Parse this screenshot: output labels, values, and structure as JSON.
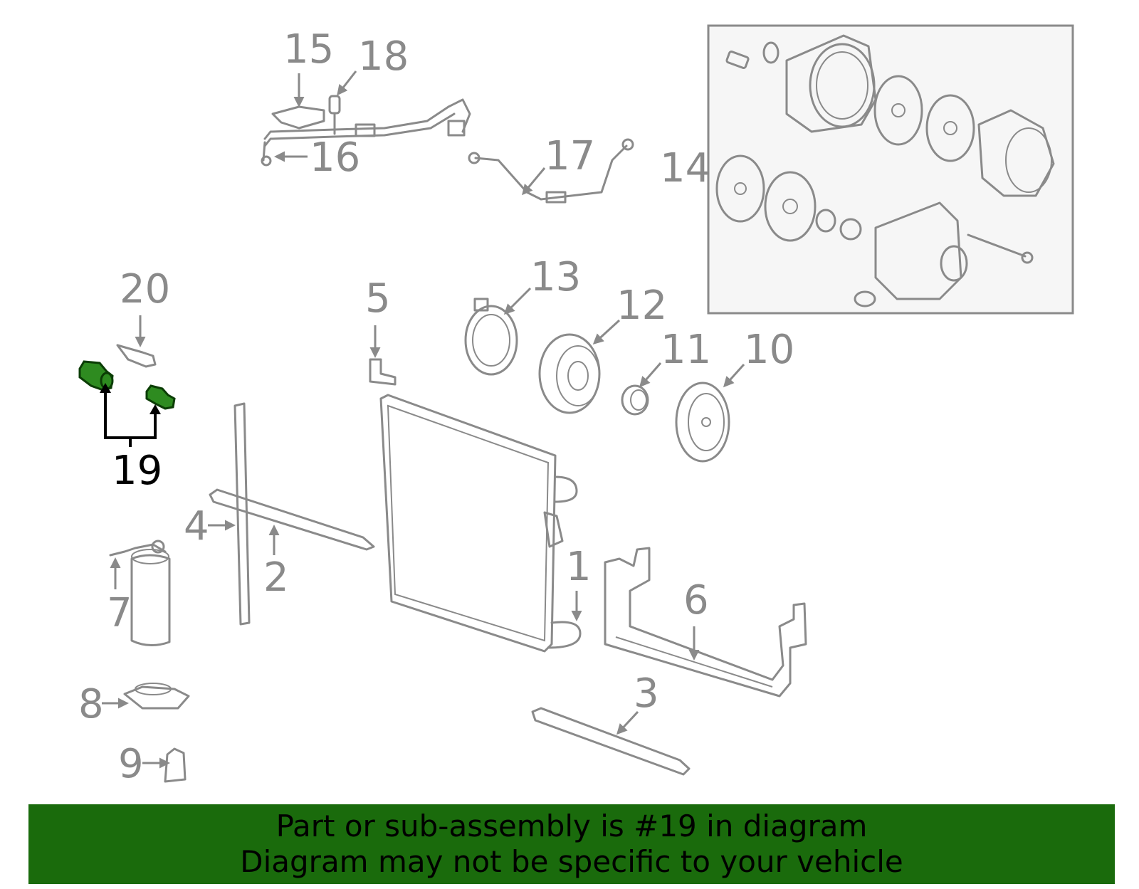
{
  "diagram": {
    "highlight_color": "#2e8b20",
    "banner_color": "#1a6b0c",
    "callouts": {
      "c1": "1",
      "c2": "2",
      "c3": "3",
      "c4": "4",
      "c5": "5",
      "c6": "6",
      "c7": "7",
      "c8": "8",
      "c9": "9",
      "c10": "10",
      "c11": "11",
      "c12": "12",
      "c13": "13",
      "c14": "14",
      "c15": "15",
      "c16": "16",
      "c17": "17",
      "c18": "18",
      "c19": "19",
      "c20": "20"
    }
  },
  "banner": {
    "line1": "Part or sub-assembly is #19 in diagram",
    "line2": "Diagram may not be specific to your vehicle"
  }
}
